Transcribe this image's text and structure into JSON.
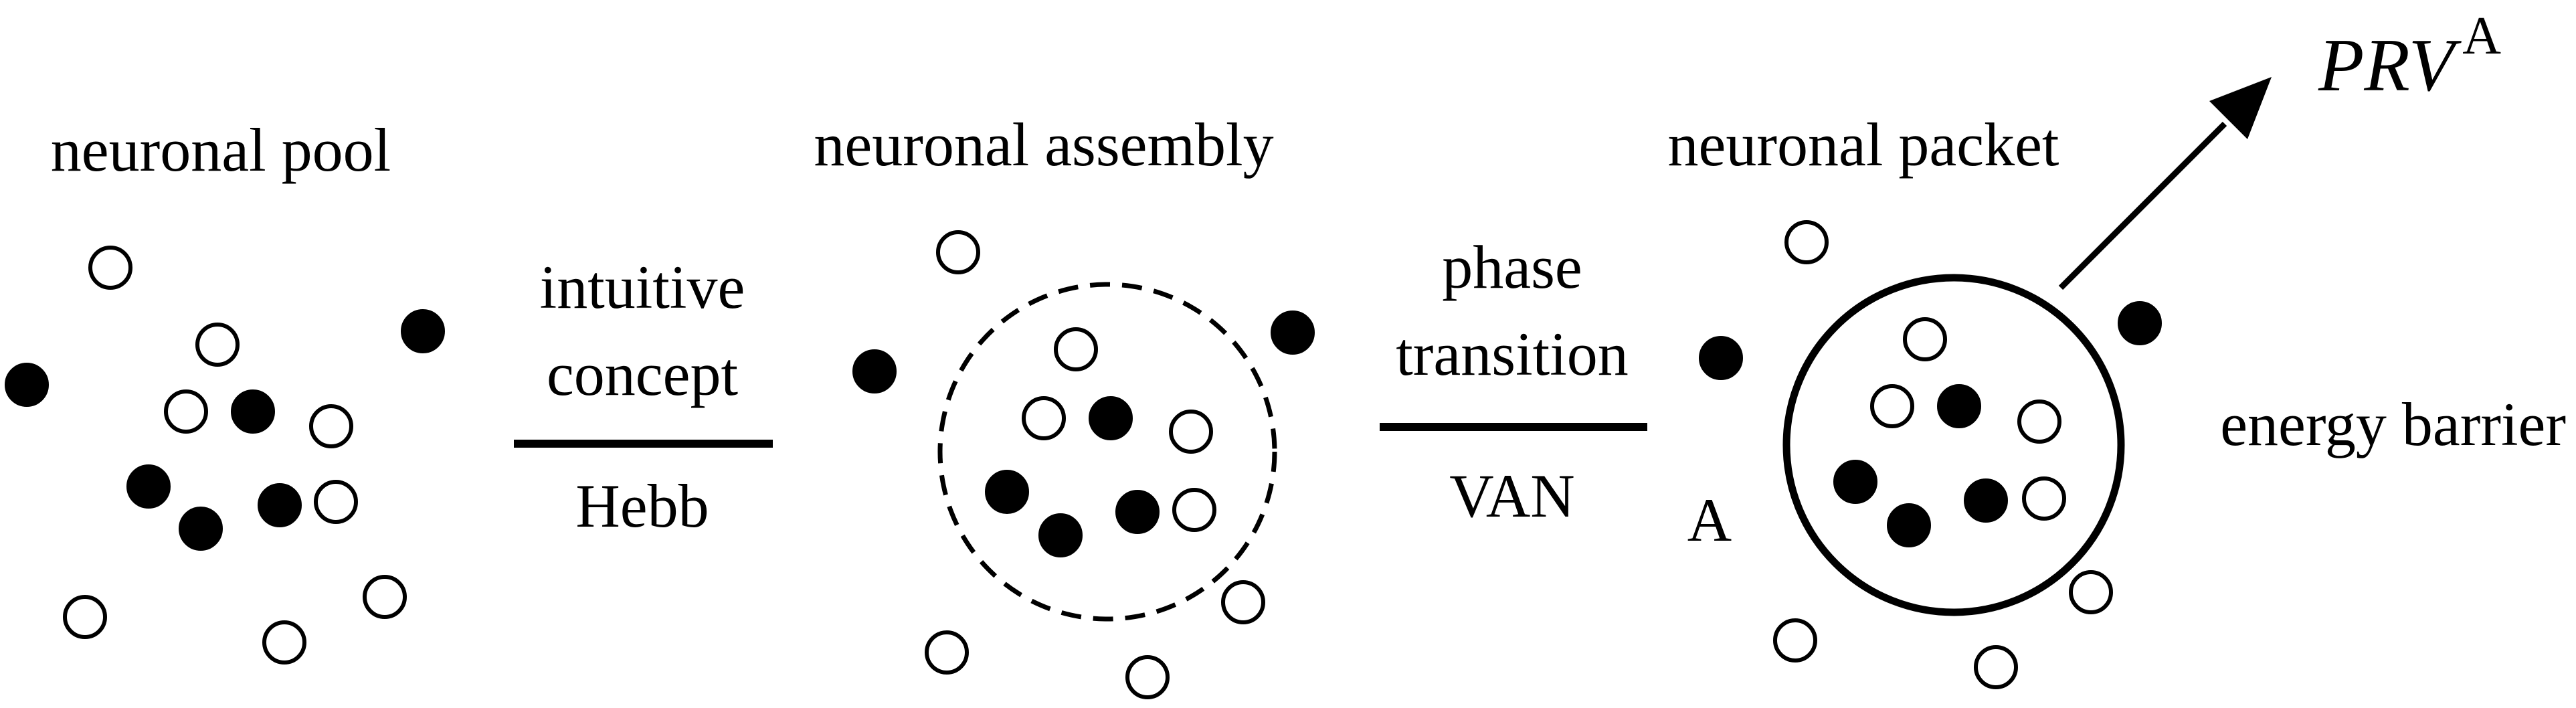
{
  "labels": {
    "pool": "neuronal pool",
    "assembly": "neuronal assembly",
    "packet": "neuronal packet",
    "energy_barrier": "energy barrier",
    "point_a": "A"
  },
  "transition1": {
    "top_line1": "intuitive",
    "top_line2": "concept",
    "bottom": "Hebb"
  },
  "transition2": {
    "top_line1": "phase",
    "top_line2": "transition",
    "bottom": "VAN"
  },
  "output": {
    "main": "PRV",
    "superscript": "A"
  },
  "colors": {
    "ink": "#000000",
    "background": "#ffffff"
  }
}
